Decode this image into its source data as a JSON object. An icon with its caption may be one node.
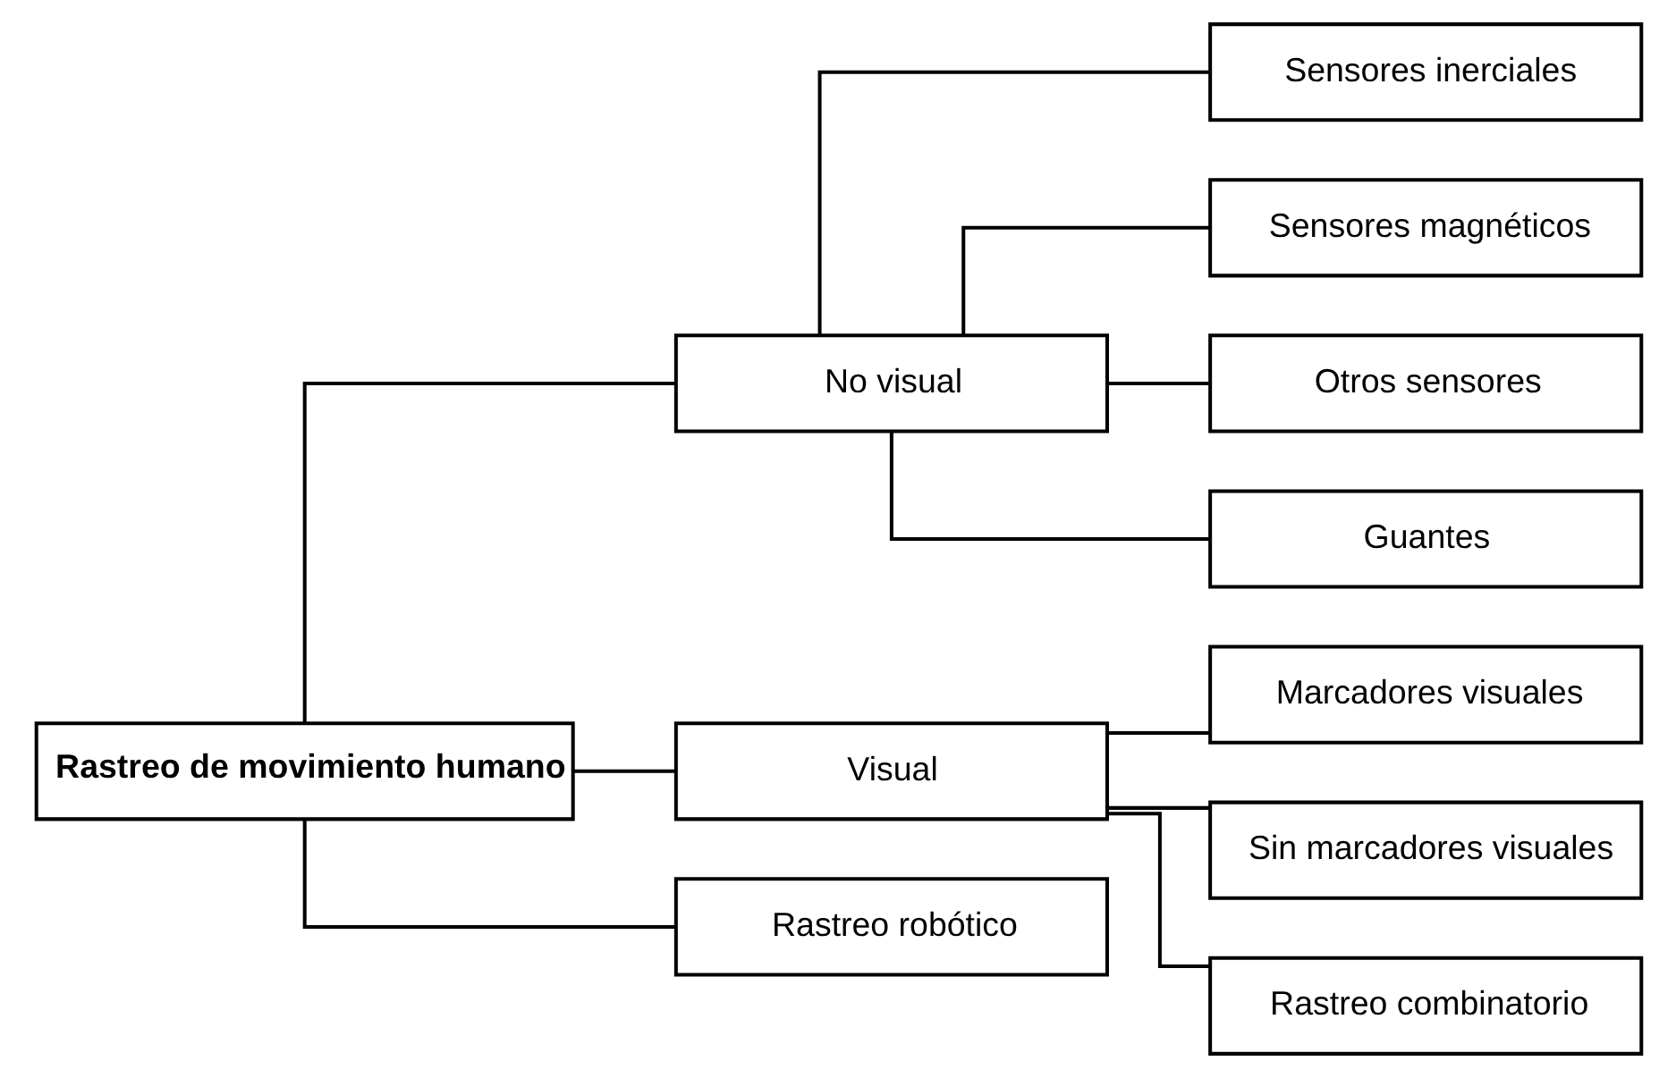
{
  "diagram": {
    "nodes": [
      {
        "text": [
          "Rastreo de movimiento humano"
        ]
      },
      {
        "text": [
          "No visual"
        ]
      },
      {
        "text": [
          "Visual"
        ]
      },
      {
        "text": [
          "Rastreo robótico"
        ]
      },
      {
        "text": [
          "Sensores inerciales"
        ]
      },
      {
        "text": [
          "Sensores magnéticos"
        ]
      },
      {
        "text": [
          "Otros sensores"
        ]
      },
      {
        "text": [
          "Guantes"
        ]
      },
      {
        "text": [
          "Marcadores visuales"
        ]
      },
      {
        "text": [
          "Sin marcadores visuales"
        ]
      },
      {
        "text": [
          "Rastreo combinatorio"
        ]
      }
    ],
    "edges": [
      {
        "from": 0,
        "to": 1,
        "arrow": "none"
      },
      {
        "from": 0,
        "to": 2,
        "arrow": "none"
      },
      {
        "from": 0,
        "to": 3,
        "arrow": "none"
      },
      {
        "from": 1,
        "to": 4,
        "arrow": "none"
      },
      {
        "from": 1,
        "to": 5,
        "arrow": "none"
      },
      {
        "from": 1,
        "to": 6,
        "arrow": "none"
      },
      {
        "from": 1,
        "to": 7,
        "arrow": "none"
      },
      {
        "from": 2,
        "to": 8,
        "arrow": "none"
      },
      {
        "from": 2,
        "to": 9,
        "arrow": "none"
      },
      {
        "from": 2,
        "to": 10,
        "arrow": "none"
      }
    ]
  }
}
